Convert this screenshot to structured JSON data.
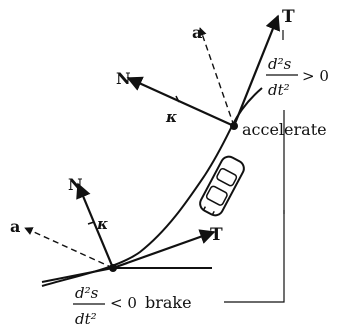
{
  "labels": {
    "vector_T": "T",
    "vector_N": "N",
    "vector_a": "a",
    "curvature": "κ",
    "d2s_num": "d²s",
    "dt2_den": "dt²",
    "positive": "> 0",
    "negative": "< 0",
    "accelerate": "accelerate",
    "brake": "brake"
  }
}
